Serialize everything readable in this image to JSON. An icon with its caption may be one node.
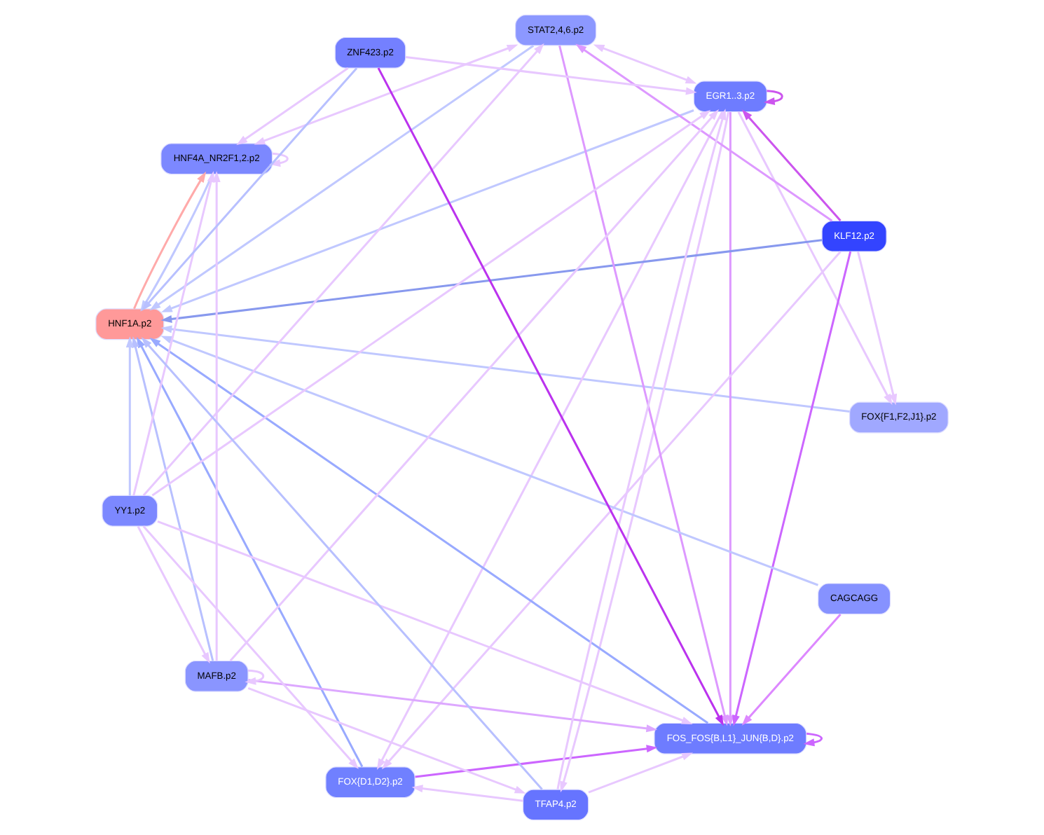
{
  "diagram": {
    "nodes": [
      {
        "text": [
          "FOX{F1,F2,J1}.p2"
        ]
      },
      {
        "text": [
          "FOX{D1,D2}.p2"
        ]
      },
      {
        "text": [
          "EGR1..3.p2"
        ]
      },
      {
        "text": [
          "KLF12.p2"
        ]
      },
      {
        "text": [
          "STAT2,4,6.p2"
        ]
      },
      {
        "text": [
          "HNF4A_NR2F1,2.p2"
        ]
      },
      {
        "text": [
          "HNF1A.p2"
        ]
      },
      {
        "text": [
          "FOS_FOS{B,L1}_JUN{B,D}.p2"
        ]
      },
      {
        "text": [
          "CAGCAGG"
        ]
      },
      {
        "text": [
          "MAFB.p2"
        ]
      },
      {
        "text": [
          "YY1.p2"
        ]
      },
      {
        "text": [
          "TFAP4.p2"
        ]
      },
      {
        "text": [
          "ZNF423.p2"
        ]
      }
    ],
    "edges": [
      {
        "from": 2,
        "to": 0,
        "arrow": "to"
      },
      {
        "from": 2,
        "to": 1,
        "arrow": "to"
      },
      {
        "from": 3,
        "to": 2,
        "arrow": "to",
        "color": "#cc55ee"
      },
      {
        "from": 2,
        "to": 2,
        "arrow": "to",
        "color": "#cc55ee"
      },
      {
        "from": 3,
        "to": 1,
        "arrow": "to"
      },
      {
        "from": 3,
        "to": 0,
        "arrow": "to"
      },
      {
        "from": 3,
        "to": 4,
        "arrow": "to",
        "color": "#dd99ff"
      },
      {
        "from": 3,
        "to": 7,
        "arrow": "to",
        "color": "#cc66ff"
      },
      {
        "from": 3,
        "to": 6,
        "arrow": "to",
        "color": "#8899ee"
      },
      {
        "from": 1,
        "to": 6,
        "arrow": "to",
        "color": "#99aaff"
      },
      {
        "from": 0,
        "to": 6,
        "arrow": "to",
        "color": "#c0c8ff"
      },
      {
        "from": 1,
        "to": 7,
        "arrow": "to",
        "color": "#cc66ff"
      },
      {
        "from": 2,
        "to": 4,
        "arrow": "both"
      },
      {
        "from": 2,
        "to": 6,
        "arrow": "to",
        "color": "#c0c8ff"
      },
      {
        "from": 2,
        "to": 7,
        "arrow": "to",
        "color": "#dd99ff"
      },
      {
        "from": 4,
        "to": 6,
        "arrow": "to",
        "color": "#c0c8ff"
      },
      {
        "from": 4,
        "to": 7,
        "arrow": "to",
        "color": "#dd99ff"
      },
      {
        "from": 4,
        "to": 5,
        "arrow": "both"
      },
      {
        "from": 5,
        "to": 5,
        "arrow": "to"
      },
      {
        "from": 6,
        "to": 5,
        "arrow": "to",
        "color": "#ffaaaa"
      },
      {
        "from": 5,
        "to": 6,
        "arrow": "to",
        "color": "#c0c8ff"
      },
      {
        "from": 7,
        "to": 6,
        "arrow": "to",
        "color": "#99aaff"
      },
      {
        "from": 7,
        "to": 7,
        "arrow": "to",
        "color": "#cc66ff"
      },
      {
        "from": 8,
        "to": 6,
        "arrow": "to",
        "color": "#c0c8ff"
      },
      {
        "from": 8,
        "to": 7,
        "arrow": "to",
        "color": "#dd88ff"
      },
      {
        "from": 10,
        "to": 6,
        "arrow": "to",
        "color": "#c0c8ff"
      },
      {
        "from": 12,
        "to": 6,
        "arrow": "to",
        "color": "#b8c0ff"
      },
      {
        "from": 12,
        "to": 7,
        "arrow": "to",
        "color": "#bb33ee"
      },
      {
        "from": 11,
        "to": 6,
        "arrow": "to",
        "color": "#b8c0ff"
      },
      {
        "from": 9,
        "to": 6,
        "arrow": "to",
        "color": "#b8c0ff"
      },
      {
        "from": 9,
        "to": 7,
        "arrow": "to",
        "color": "#dda8ff"
      },
      {
        "from": 9,
        "to": 9,
        "arrow": "to"
      },
      {
        "from": 9,
        "to": 11,
        "arrow": "to"
      },
      {
        "from": 11,
        "to": 7,
        "arrow": "to"
      },
      {
        "from": 11,
        "to": 2,
        "arrow": "to"
      },
      {
        "from": 9,
        "to": 2,
        "arrow": "to"
      },
      {
        "from": 2,
        "to": 11,
        "arrow": "to"
      },
      {
        "from": 11,
        "to": 1,
        "arrow": "to"
      },
      {
        "from": 10,
        "to": 1,
        "arrow": "to"
      },
      {
        "from": 10,
        "to": 7,
        "arrow": "to"
      },
      {
        "from": 10,
        "to": 4,
        "arrow": "to"
      },
      {
        "from": 10,
        "to": 5,
        "arrow": "to"
      },
      {
        "from": 10,
        "to": 9,
        "arrow": "to"
      },
      {
        "from": 10,
        "to": 2,
        "arrow": "to"
      },
      {
        "from": 12,
        "to": 5,
        "arrow": "to"
      },
      {
        "from": 9,
        "to": 5,
        "arrow": "to"
      },
      {
        "from": 12,
        "to": 2,
        "arrow": "to"
      }
    ]
  }
}
